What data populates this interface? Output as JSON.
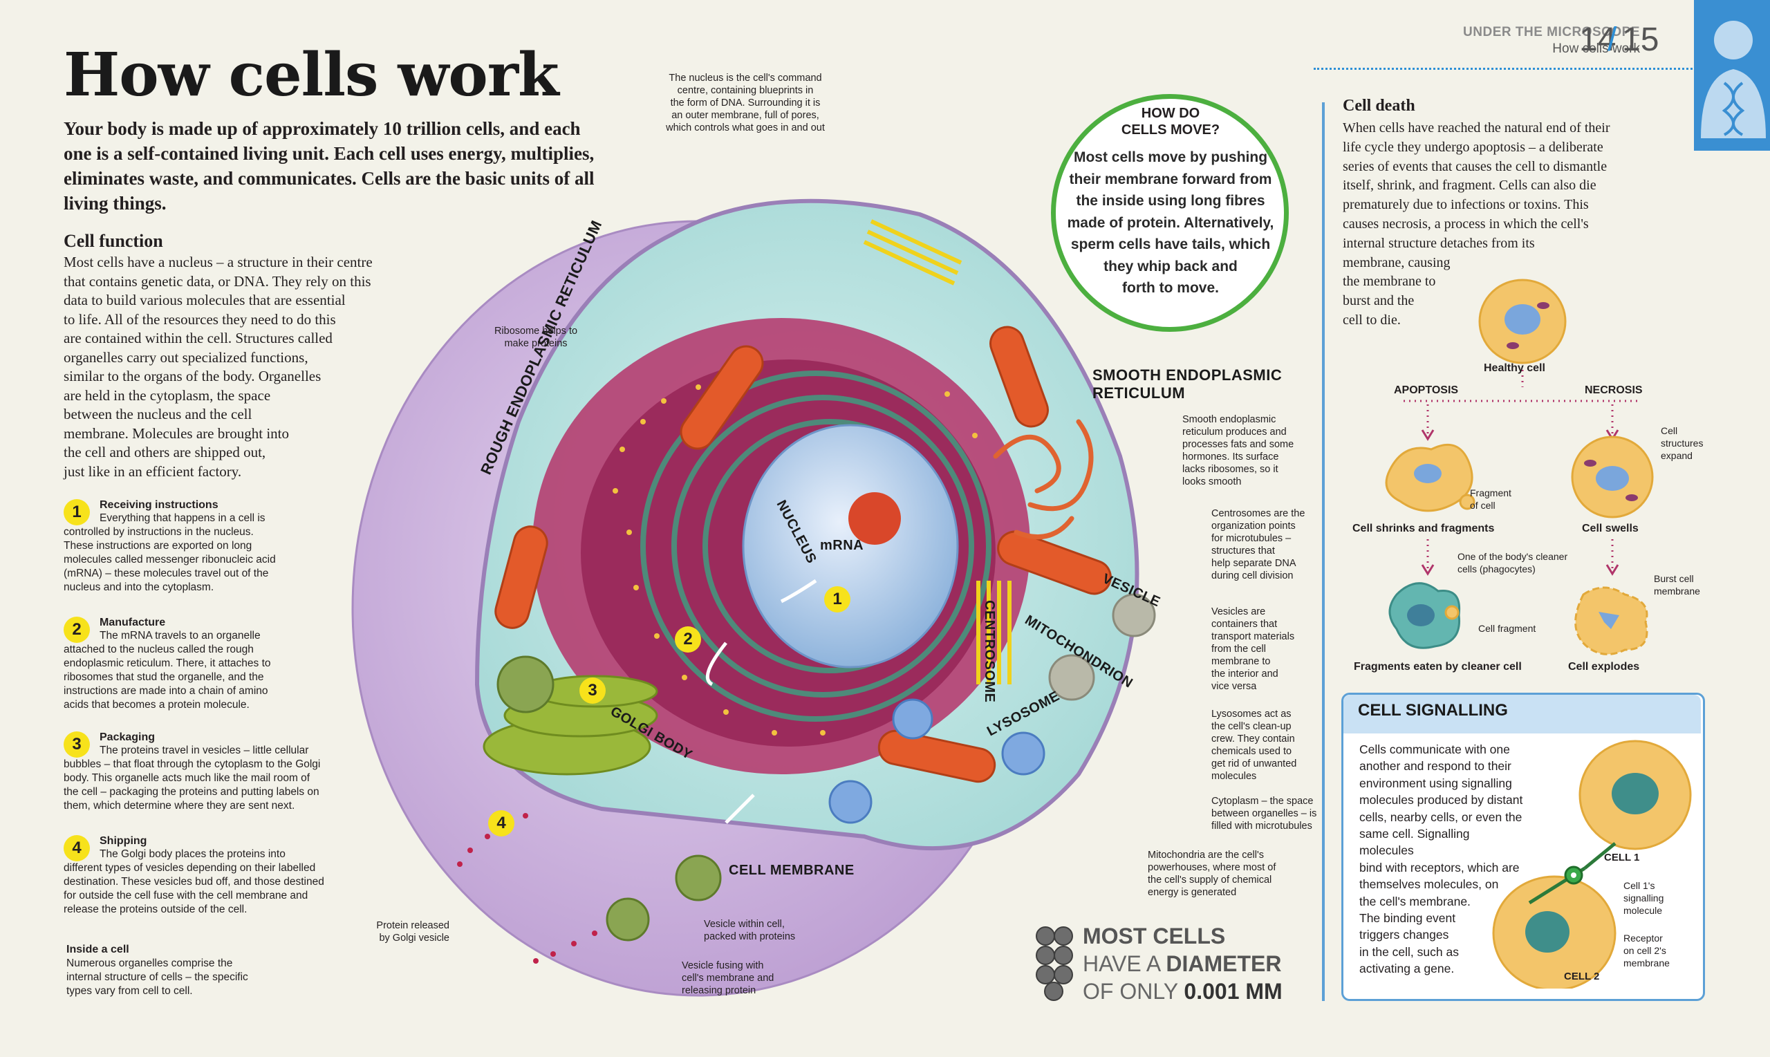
{
  "header": {
    "kicker": "UNDER THE MICROSCOPE",
    "subtitle": "How cells work",
    "page_left": "14",
    "page_sep": "/",
    "page_right": "15"
  },
  "title": "How cells work",
  "intro": "Your body is made up of approximately 10 trillion cells, and each one is a self-contained living unit. Each cell uses energy, multiplies, eliminates waste, and communicates. Cells are the basic units of all living things.",
  "cell_function": {
    "heading": "Cell function",
    "lines": [
      "Most cells have a nucleus – a structure in their centre",
      "that contains genetic data, or DNA. They rely on this",
      "data to build various molecules that are essential",
      "to life. All of the resources they need to do this",
      "are contained within the cell. Structures called",
      "organelles carry out specialized functions,",
      "similar to the organs of the body. Organelles",
      "are held in the cytoplasm, the space",
      "between the nucleus and the cell",
      "membrane. Molecules are brought into",
      "the cell and others are shipped out,",
      "just like in an efficient factory."
    ]
  },
  "steps": [
    {
      "num": "1",
      "title": "Receiving instructions",
      "lines": [
        "Everything that happens in a cell is",
        "controlled by instructions in the nucleus.",
        "These instructions are exported on long",
        "molecules called messenger ribonucleic acid",
        "(mRNA) – these molecules travel out of the",
        "nucleus and into the cytoplasm."
      ]
    },
    {
      "num": "2",
      "title": "Manufacture",
      "lines": [
        "The mRNA travels to an organelle",
        "attached to the nucleus called the rough",
        "endoplasmic reticulum. There, it attaches to",
        "ribosomes that stud the organelle, and the",
        "instructions are made into a chain of amino",
        "acids that becomes a protein molecule."
      ]
    },
    {
      "num": "3",
      "title": "Packaging",
      "lines": [
        "The proteins travel in vesicles – little cellular",
        "bubbles – that float through the cytoplasm to the Golgi",
        "body. This organelle acts much like the mail room of",
        "the cell – packaging the proteins and putting labels on",
        "them, which determine where they are sent next."
      ]
    },
    {
      "num": "4",
      "title": "Shipping",
      "lines": [
        "The Golgi body places the proteins into",
        "different types of vesicles depending on their labelled",
        "destination. These vesicles bud off, and those destined",
        "for outside the cell fuse with the cell membrane and",
        "release the proteins outside of the cell."
      ]
    }
  ],
  "inside_cell": {
    "title": "Inside a cell",
    "lines": [
      "Numerous organelles comprise the",
      "internal structure of cells – the specific",
      "types vary from cell to cell."
    ]
  },
  "diagram_labels": {
    "rough_er": "ROUGH ENDOPLASMIC RETICULUM",
    "nucleus": "NUCLEUS",
    "mrna": "mRNA",
    "golgi": "GOLGI BODY",
    "cell_membrane": "CELL MEMBRANE",
    "centrosome": "CENTROSOME",
    "mitochondrion": "MITOCHONDRION",
    "vesicle": "VESICLE",
    "lysosome": "LYSOSOME",
    "smooth_er_1": "SMOOTH ENDOPLASMIC",
    "smooth_er_2": "RETICULUM",
    "markers": [
      "1",
      "2",
      "3",
      "4"
    ]
  },
  "annotations": {
    "nucleus_note": [
      "The nucleus is the cell's command",
      "centre, containing blueprints in",
      "the form of DNA. Surrounding it is",
      "an outer membrane, full of pores,",
      "which controls what goes in and out"
    ],
    "ribosome_note": [
      "Ribosome helps to",
      "make proteins"
    ],
    "smooth_er_note": [
      "Smooth endoplasmic",
      "reticulum produces and",
      "processes fats and some",
      "hormones. Its surface",
      "lacks ribosomes, so it",
      "looks smooth"
    ],
    "centrosome_note": [
      "Centrosomes are the",
      "organization points",
      "for microtubules –",
      "structures that",
      "help separate DNA",
      "during cell division"
    ],
    "vesicle_note": [
      "Vesicles are",
      "containers that",
      "transport materials",
      "from the cell",
      "membrane to",
      "the interior and",
      "vice versa"
    ],
    "lysosome_note": [
      "Lysosomes act as",
      "the cell's clean-up",
      "crew. They contain",
      "chemicals used to",
      "get rid of unwanted",
      "molecules"
    ],
    "cytoplasm_note": [
      "Cytoplasm – the space",
      "between organelles – is",
      "filled with microtubules"
    ],
    "mito_note": [
      "Mitochondria are the cell's",
      "powerhouses, where most of",
      "the cell's supply of chemical",
      "energy is generated"
    ],
    "protein_note": [
      "Protein released",
      "by Golgi vesicle"
    ],
    "vesicle_within_note": [
      "Vesicle within cell,",
      "packed with proteins"
    ],
    "vesicle_fusing_note": [
      "Vesicle fusing with",
      "cell's membrane and",
      "releasing protein"
    ]
  },
  "diameter": {
    "line1": "MOST CELLS",
    "line2a": "HAVE A ",
    "line2b": "DIAMETER",
    "line3a": "OF ONLY ",
    "line3b": "0.001 MM"
  },
  "move": {
    "heading1": "HOW DO",
    "heading2": "CELLS MOVE?",
    "lines": [
      "Most cells move by pushing",
      "their membrane forward from",
      "the inside using long fibres",
      "made of protein. Alternatively,",
      "sperm cells have tails, which",
      "they whip back and",
      "forth to move."
    ]
  },
  "cell_death": {
    "heading": "Cell death",
    "lines": [
      "When cells have reached the natural end of their",
      "life cycle they undergo apoptosis – a deliberate",
      "series of events that causes the cell to dismantle",
      "itself, shrink, and fragment. Cells can also die",
      "prematurely due to infections or toxins. This",
      "causes necrosis, a process in which the cell's",
      "internal structure detaches from its",
      "membrane, causing",
      "the membrane to",
      "burst and the",
      "cell to die."
    ],
    "healthy": "Healthy cell",
    "apoptosis": "APOPTOSIS",
    "necrosis": "NECROSIS",
    "fragment_label": [
      "Fragment",
      "of cell"
    ],
    "expand_label": [
      "Cell",
      "structures",
      "expand"
    ],
    "shrinks": "Cell shrinks and fragments",
    "swells": "Cell swells",
    "phagocyte_label": [
      "One of the body's cleaner",
      "cells (phagocytes)"
    ],
    "fragment2": "Cell fragment",
    "burst_label": [
      "Burst cell",
      "membrane"
    ],
    "eaten": "Fragments eaten by cleaner cell",
    "explodes": "Cell explodes"
  },
  "signalling": {
    "heading": "CELL SIGNALLING",
    "lines": [
      "Cells communicate with one",
      "another and respond to their",
      "environment using signalling",
      "molecules produced by distant",
      "cells, nearby cells, or even the",
      "same cell. Signalling molecules",
      "bind with receptors, which are",
      "themselves molecules, on",
      "the cell's membrane.",
      "The binding event",
      "triggers changes",
      "in the cell, such as",
      "activating a gene."
    ],
    "cell1": "CELL 1",
    "cell2": "CELL 2",
    "sig_label": [
      "Cell 1's",
      "signalling",
      "molecule"
    ],
    "rec_label": [
      "Receptor",
      "on cell 2's",
      "membrane"
    ]
  },
  "colors": {
    "accent_blue": "#2d8fd6",
    "move_green": "#4caf3f",
    "marker_yellow": "#f7e21b",
    "membrane_purple": "#c9b0d9"
  },
  "icons": [
    "dna-person-icon"
  ]
}
